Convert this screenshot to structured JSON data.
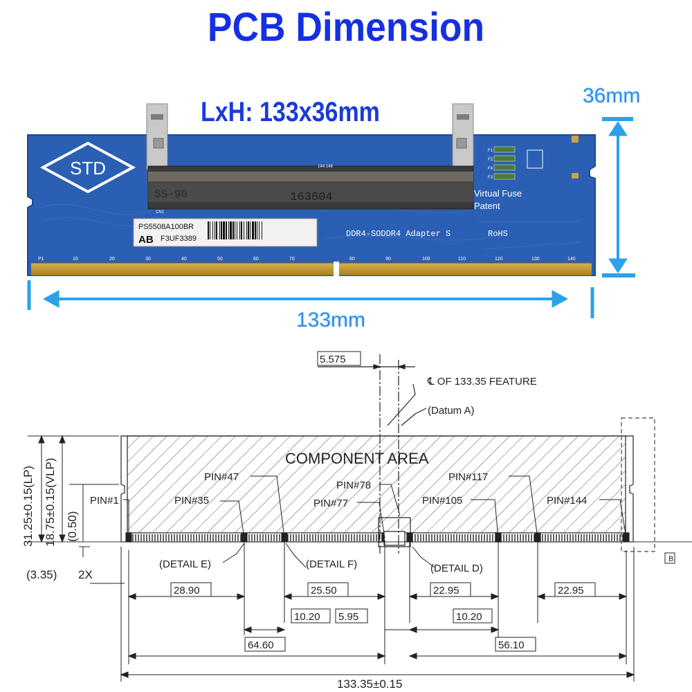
{
  "title": "PCB Dimension",
  "photo": {
    "size_label": "LxH: 133x36mm",
    "height_label": "36mm",
    "length_label": "133mm",
    "board_logo": "STD",
    "chip_marking": "163604",
    "chip_marking_left": "SS-90",
    "label_line1": "PS5508A100BR",
    "label_ab": "AB",
    "label_line2": "F3UF3389",
    "board_text": "DDR4-SODDR4 Adapter S",
    "rohs": "RoHS",
    "virtual_fuse": "Virtual Fuse",
    "patent": "Patent",
    "pin_scale": [
      "P1",
      "10",
      "20",
      "30",
      "40",
      "50",
      "60",
      "70",
      "80",
      "90",
      "100",
      "110",
      "120",
      "130",
      "140"
    ],
    "fuse_labels": [
      "F1",
      "F2",
      "F3",
      "F4"
    ],
    "cn_label": "CN1",
    "slot_numbers": "144 146"
  },
  "drawing": {
    "top_dim": "5.575",
    "centerline_note": "℄ OF 133.35 FEATURE",
    "datum_a": "(Datum A)",
    "component_area": "COMPONENT  AREA",
    "pins": {
      "pin1": "PIN#1",
      "pin35": "PIN#35",
      "pin47": "PIN#47",
      "pin77": "PIN#77",
      "pin78": "PIN#78",
      "pin105": "PIN#105",
      "pin117": "PIN#117",
      "pin144": "PIN#144"
    },
    "left_dims": {
      "lp": "31.25±0.15(LP)",
      "vlp": "18.75±0.15(VLP)",
      "d050": "(0.50)",
      "d335": "(3.35)",
      "x2": "2X"
    },
    "details": {
      "e": "(DETAIL  E)",
      "f": "(DETAIL  F)",
      "d": "(DETAIL  D)"
    },
    "datum_b": "B",
    "dims": {
      "d2890": "28.90",
      "d2550": "25.50",
      "d2295a": "22.95",
      "d2295b": "22.95",
      "d1020a": "10.20",
      "d595": "5.95",
      "d1020b": "10.20",
      "d6460": "64.60",
      "d5610": "56.10",
      "total": "133.35±0.15"
    }
  }
}
